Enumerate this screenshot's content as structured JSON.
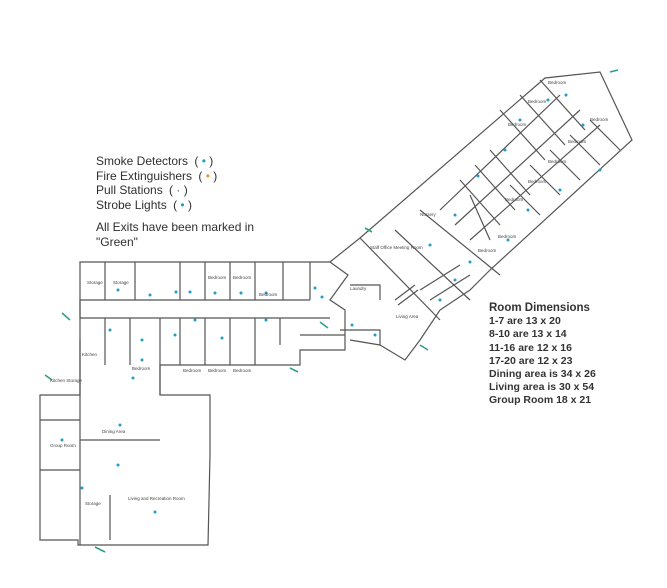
{
  "legend": {
    "smoke": "Smoke Detectors",
    "fire": "Fire Extinguishers",
    "pull": "Pull Stations",
    "strobe": "Strobe Lights"
  },
  "exits_note": "All Exits have been marked in \"Green\"",
  "dimensions": {
    "heading": "Room Dimensions",
    "lines": [
      "1-7 are 13 x 20",
      "8-10 are 13 x 14",
      "11-16 are 12 x 16",
      "17-20 are 12 x 23",
      "Dining area is 34 x 26",
      "Living area is 30 x 54",
      "Group Room 18 x 21"
    ]
  },
  "rooms": {
    "bedroom": "Bedroom",
    "staff_office": "Staff Office Meeting Room",
    "laundry": "Laundry",
    "living_area": "Living Area",
    "nursery": "Nursery",
    "kitchen": "Kitchen",
    "kitchen_storage": "Kitchen Storage",
    "dining_area": "Dining Area",
    "group_room": "Group Room",
    "living_recreation": "Living and Recreation Room",
    "storage": "Storage"
  },
  "colors": {
    "walls": "#444444",
    "detector": "#1f9ec9",
    "exit": "#2f9e8a"
  }
}
